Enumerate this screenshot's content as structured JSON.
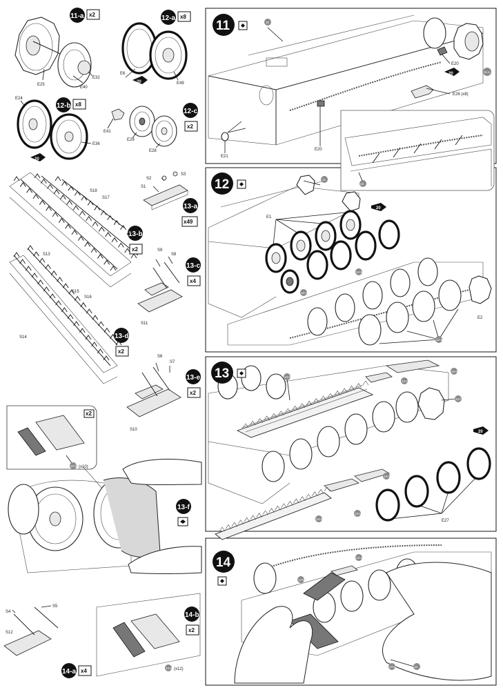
{
  "steps": {
    "s11": {
      "label": "11"
    },
    "s12": {
      "label": "12"
    },
    "s13": {
      "label": "13"
    },
    "s14": {
      "label": "14"
    }
  },
  "substeps": [
    {
      "id": "11a",
      "label": "11-a",
      "mult": "x2"
    },
    {
      "id": "12a",
      "label": "12-a",
      "mult": "x8"
    },
    {
      "id": "12b",
      "label": "12-b",
      "mult": "x8"
    },
    {
      "id": "12c",
      "label": "12-c",
      "mult": "x2"
    },
    {
      "id": "13a",
      "label": "13-a",
      "mult": "x49"
    },
    {
      "id": "13b",
      "label": "13-b",
      "mult": "x2"
    },
    {
      "id": "13c",
      "label": "13-c",
      "mult": "x4"
    },
    {
      "id": "13d",
      "label": "13-d",
      "mult": "x2"
    },
    {
      "id": "13e",
      "label": "13-e",
      "mult": "x2"
    },
    {
      "id": "13f",
      "label": "13-f",
      "mult": ""
    },
    {
      "id": "14a",
      "label": "14-a",
      "mult": "x4"
    },
    {
      "id": "14b",
      "label": "14-b",
      "mult": "x2"
    }
  ],
  "parts": {
    "E25": "E25",
    "E40": "E40",
    "E32": "E32",
    "E6": "E6",
    "E49": "E49",
    "E24": "E24",
    "E36": "E36",
    "E41": "E41",
    "E29": "E29",
    "E28": "E28",
    "S1": "S1",
    "S2": "S2",
    "S3": "S3",
    "S13": "S13",
    "S18": "S18",
    "S17": "S17",
    "S9": "S9",
    "S8": "S8",
    "S11": "S11",
    "S14": "S14",
    "S15": "S15",
    "S16": "S16",
    "S6": "S6",
    "S7": "S7",
    "S10": "S10",
    "S4": "S4",
    "S5": "S5",
    "S12": "S12",
    "E21": "E21",
    "E20": "E20",
    "E20b": "E20",
    "E26": "E26 (x8)",
    "E1": "E1",
    "E2": "E2",
    "E27": "E27",
    "x10": "(x10)",
    "x12": "(x12)",
    "x2box": "x2"
  },
  "callouts": {
    "c10": "10",
    "c11": "11",
    "c11a": "11-a",
    "c12a": "12-a",
    "c12b": "12-b",
    "c12c": "12-c",
    "c13a": "13-a",
    "c13b": "13-b",
    "c13c": "13-c",
    "c13d": "13-d",
    "c13e": "13-e",
    "c13f": "13-f",
    "c14a": "14-a",
    "c14b": "14-b",
    "c13": "13"
  },
  "arrows": {
    "twenty": "20"
  },
  "icons": {
    "flip": "flip-model-icon"
  }
}
